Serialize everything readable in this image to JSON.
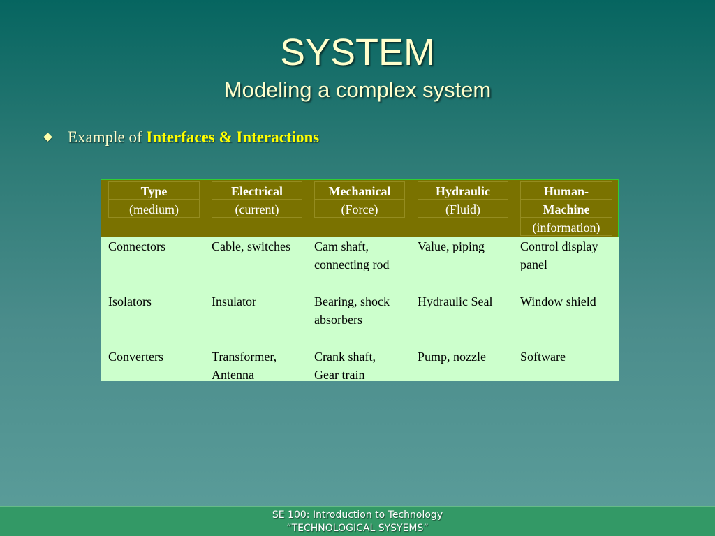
{
  "slide": {
    "title": "SYSTEM",
    "subtitle": "Modeling a complex system",
    "bullet_prefix": "Example of ",
    "bullet_highlight": "Interfaces & Interactions"
  },
  "table": {
    "header": {
      "type": {
        "name": "Type",
        "sub": "(medium)"
      },
      "electrical": {
        "name": "Electrical",
        "sub": "(current)"
      },
      "mechanical": {
        "name": "Mechanical",
        "sub": "(Force)"
      },
      "hydraulic": {
        "name": "Hydraulic",
        "sub": "(Fluid)"
      },
      "human": {
        "name1": "Human-",
        "name2": "Machine",
        "sub": "(information)"
      }
    },
    "rows": [
      {
        "type": "Connectors",
        "electrical": "Cable, switches",
        "mechanical1": "Cam shaft,",
        "mechanical2": "connecting rod",
        "hydraulic": "Value, piping",
        "human1": "Control display",
        "human2": "panel"
      },
      {
        "type": "Isolators",
        "electrical": "Insulator",
        "mechanical1": "Bearing, shock",
        "mechanical2": "absorbers",
        "hydraulic": "Hydraulic Seal",
        "human1": "Window shield",
        "human2": ""
      },
      {
        "type": "Converters",
        "electrical1": "Transformer,",
        "electrical2": "Antenna",
        "mechanical1": "Crank shaft,",
        "mechanical2": "Gear train",
        "hydraulic": "Pump, nozzle",
        "human1": "Software",
        "human2": ""
      }
    ]
  },
  "footer": {
    "line1": "SE 100: Introduction to Technology",
    "line2": "“TECHNOLOGICAL SYSYEMS”"
  }
}
